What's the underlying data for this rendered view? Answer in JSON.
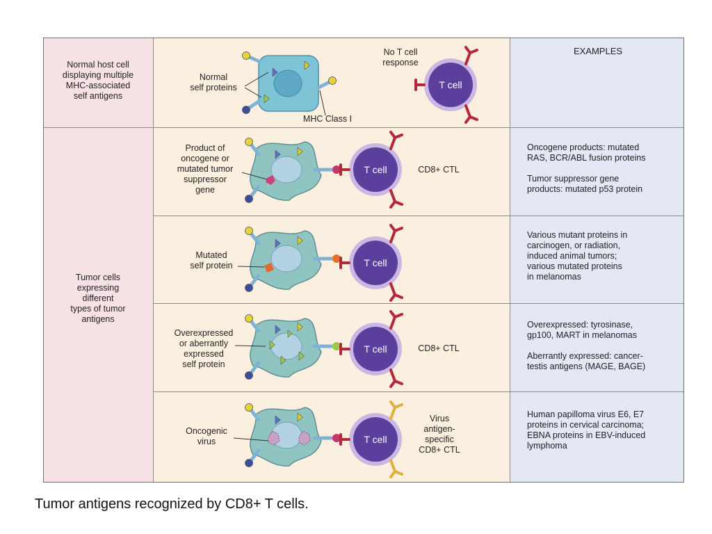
{
  "left_labels": {
    "normal": [
      "Normal host cell",
      "displaying multiple",
      "MHC-associated",
      "self antigens"
    ],
    "tumor": [
      "Tumor cells",
      "expressing",
      "different",
      "types of tumor",
      "antigens"
    ]
  },
  "header": {
    "examples": "EXAMPLES"
  },
  "row1": {
    "self_proteins": [
      "Normal",
      "self proteins"
    ],
    "mhc": "MHC Class I",
    "no_response": [
      "No T cell",
      "response"
    ]
  },
  "row2": {
    "label": [
      "Product of",
      "oncogene or",
      "mutated tumor",
      "suppressor",
      "gene"
    ],
    "ctl": "CD8+ CTL",
    "examples": [
      "Oncogene products: mutated",
      "RAS, BCR/ABL fusion proteins",
      "",
      "Tumor suppressor gene",
      "products: mutated p53 protein"
    ]
  },
  "row3": {
    "label": [
      "Mutated",
      "self protein"
    ],
    "examples": [
      "Various mutant proteins in",
      "carcinogen, or radiation,",
      "induced animal tumors;",
      "various mutated proteins",
      "in melanomas"
    ]
  },
  "row4": {
    "label": [
      "Overexpressed",
      "or aberrantly",
      "expressed",
      "self protein"
    ],
    "ctl": "CD8+ CTL",
    "examples": [
      "Overexpressed: tyrosinase,",
      "gp100, MART in melanomas",
      "",
      "Aberrantly expressed: cancer-",
      "testis antigens (MAGE, BAGE)"
    ]
  },
  "row5": {
    "label": [
      "Oncogenic",
      "virus"
    ],
    "ctl": [
      "Virus",
      "antigen-",
      "specific",
      "CD8+ CTL"
    ],
    "examples": [
      "Human papilloma virus E6, E7",
      "proteins in cervical carcinoma;",
      "EBNA proteins in EBV-induced",
      "lymphoma"
    ]
  },
  "tcell_label": "T cell",
  "caption": "Tumor antigens recognized by CD8+ T cells.",
  "colors": {
    "host_cell": "#7ec3d6",
    "tumor_cell": "#8fc4c0",
    "tcell": "#5a3f9c",
    "tcell_ring": "#c9b8e3",
    "receptor": "#b5283a",
    "virus_receptor": "#e0b040",
    "mhc": "#7fb3d6"
  }
}
